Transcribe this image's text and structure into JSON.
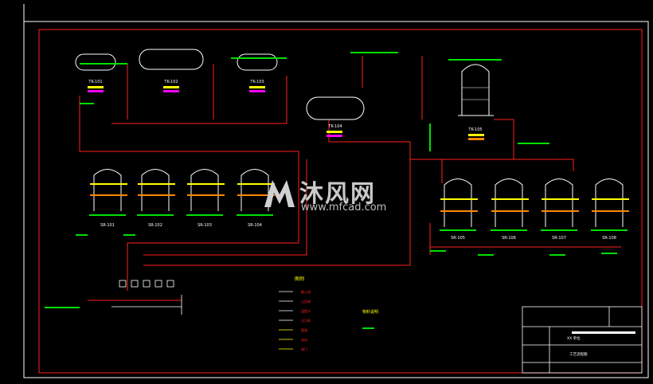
{
  "diagram": {
    "tanks_top": [
      "TK-101",
      "TK-102",
      "TK-103",
      "TK-104"
    ],
    "tower": "TK-105",
    "reactors_left": [
      "SR-101",
      "SR-102",
      "SR-103",
      "SR-104"
    ],
    "reactors_right": [
      "SR-105",
      "SR-106",
      "SR-107",
      "SR-108"
    ],
    "legend_title": "图例",
    "legend_items": [
      "截止阀",
      "止回阀",
      "温度计",
      "压力表",
      "管道",
      "流向",
      "阀门"
    ],
    "legend_right_title": "物料说明",
    "title_block": {
      "company": "XX 单位",
      "drawing_title": "工艺流程图"
    }
  },
  "watermark": {
    "title": "沐风网",
    "url": "www.mfcad.com"
  },
  "colors": {
    "background": "#000000",
    "frame": "#ffffff",
    "pipe": "#ff2020",
    "equipment": "#ffffff",
    "green": "#00e000",
    "yellow": "#ffff00",
    "magenta": "#ff00ff",
    "orange": "#ff8800"
  }
}
